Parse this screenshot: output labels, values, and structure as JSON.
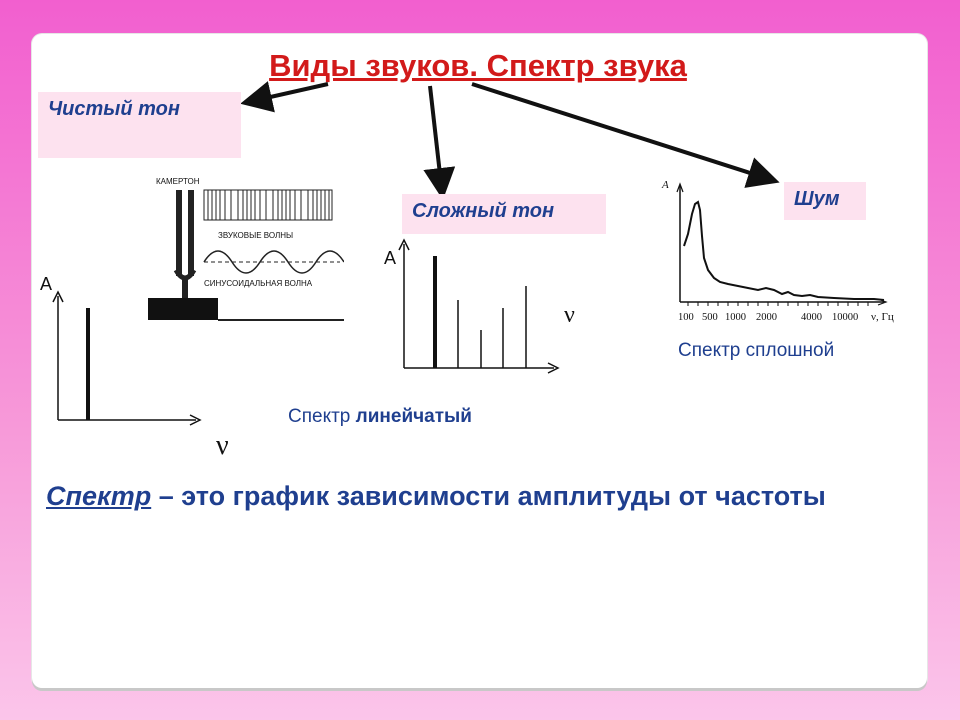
{
  "title": "Виды звуков.  Спектр звука",
  "pure_tone": {
    "label": "Чистый тон",
    "tuning_fork_label": "КАМЕРТОН",
    "sound_waves_label": "ЗВУКОВЫЕ ВОЛНЫ",
    "sine_wave_label": "СИНУСОИДАЛЬНАЯ ВОЛНА",
    "axis_y": "A",
    "axis_x": "ν"
  },
  "complex_tone": {
    "label": "Сложный тон",
    "axis_y": "A",
    "axis_x": "ν",
    "caption_prefix": "Спектр ",
    "caption_bold": "линейчатый"
  },
  "noise": {
    "label": "Шум",
    "axis_y": "A",
    "tick_labels": [
      "100",
      "500",
      "1000",
      "2000",
      "4000",
      "10000"
    ],
    "axis_x": "ν, Гц",
    "caption": "Спектр сплошной"
  },
  "definition": {
    "term": "Спектр",
    "text": " – это график зависимости амплитуды от частоты"
  },
  "colors": {
    "title": "#d21a1a",
    "text": "#1f3f8f",
    "label_bg": "#fde2ef"
  }
}
